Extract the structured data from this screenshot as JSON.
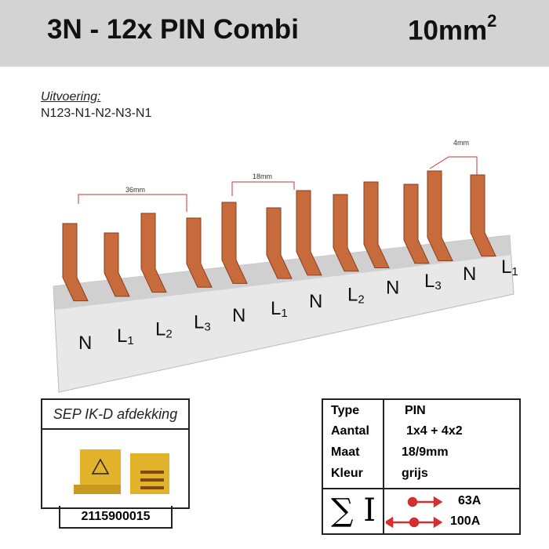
{
  "header": {
    "title": "3N - 12x PIN Combi",
    "size": "10mm",
    "size_exp": "2"
  },
  "variant": {
    "label": "Uitvoering:",
    "value": "N123-N1-N2-N3-N1"
  },
  "product": {
    "pin_labels": [
      [
        "N",
        ""
      ],
      [
        "L",
        "1"
      ],
      [
        "L",
        "2"
      ],
      [
        "L",
        "3"
      ],
      [
        "N",
        ""
      ],
      [
        "L",
        "1"
      ],
      [
        "N",
        ""
      ],
      [
        "L",
        "2"
      ],
      [
        "N",
        ""
      ],
      [
        "L",
        "3"
      ],
      [
        "N",
        ""
      ],
      [
        "L",
        "1"
      ]
    ],
    "dimensions": [
      "36mm",
      "18mm",
      "4mm"
    ],
    "copper_color": "#c86b3c",
    "body_color": "#e6e6e6"
  },
  "cover": {
    "title": "SEP IK-D afdekking",
    "code": "2115900015",
    "color": "#e2b22a"
  },
  "specs": {
    "rows": [
      {
        "key": "Type",
        "value": "PIN"
      },
      {
        "key": "Aantal",
        "value": "1x4 + 4x2"
      },
      {
        "key": "Maat",
        "value": "18/9mm"
      },
      {
        "key": "Kleur",
        "value": "grijs"
      }
    ],
    "current_symbol": "∑ I",
    "currents": [
      "63A",
      "100A"
    ],
    "arrow_color": "#d32f2f"
  }
}
